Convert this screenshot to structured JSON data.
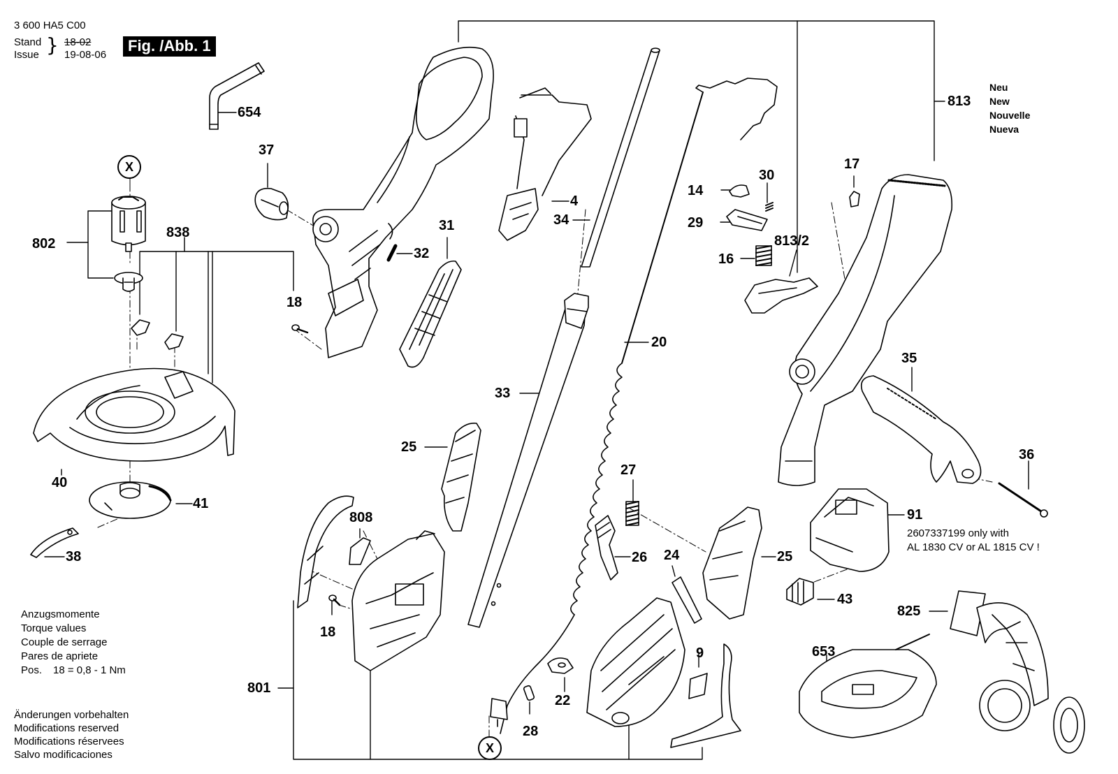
{
  "header": {
    "doc_number": "3 600 HA5 C00",
    "stand_label": "Stand",
    "issue_label": "Issue",
    "stand_old_date": "18-02",
    "issue_date": "19-08-06",
    "figure_label": "Fig. /Abb. 1"
  },
  "torque_note": {
    "lines": [
      "Anzugsmomente",
      "Torque values",
      "Couple de serrage",
      "Pares de apriete"
    ],
    "pos_label": "Pos.",
    "pos_value": "18 = 0,8 - 1 Nm"
  },
  "modifications_note": {
    "lines": [
      "Änderungen vorbehalten",
      "Modifications reserved",
      "Modifications réservees",
      "Salvo modificaciones"
    ]
  },
  "new_part_labels": [
    "Neu",
    "New",
    "Nouvelle",
    "Nueva"
  ],
  "battery_note": [
    "2607337199 only with",
    "AL 1830 CV or AL 1815 CV !"
  ],
  "connector_marker": "X",
  "parts": {
    "p654": "654",
    "p37": "37",
    "p802": "802",
    "p838": "838",
    "p18a": "18",
    "p40": "40",
    "p41": "41",
    "p38": "38",
    "p32": "32",
    "p31": "31",
    "p4": "4",
    "p34": "34",
    "p33": "33",
    "p25a": "25",
    "p808": "808",
    "p18b": "18",
    "p801": "801",
    "p20": "20",
    "p14": "14",
    "p30": "30",
    "p29": "29",
    "p16": "16",
    "p8132": "813/2",
    "p813": "813",
    "p17": "17",
    "p35": "35",
    "p36": "36",
    "p91": "91",
    "p43": "43",
    "p27": "27",
    "p26": "26",
    "p24": "24",
    "p25b": "25",
    "p9": "9",
    "p22": "22",
    "p28": "28",
    "p825": "825",
    "p653": "653"
  }
}
